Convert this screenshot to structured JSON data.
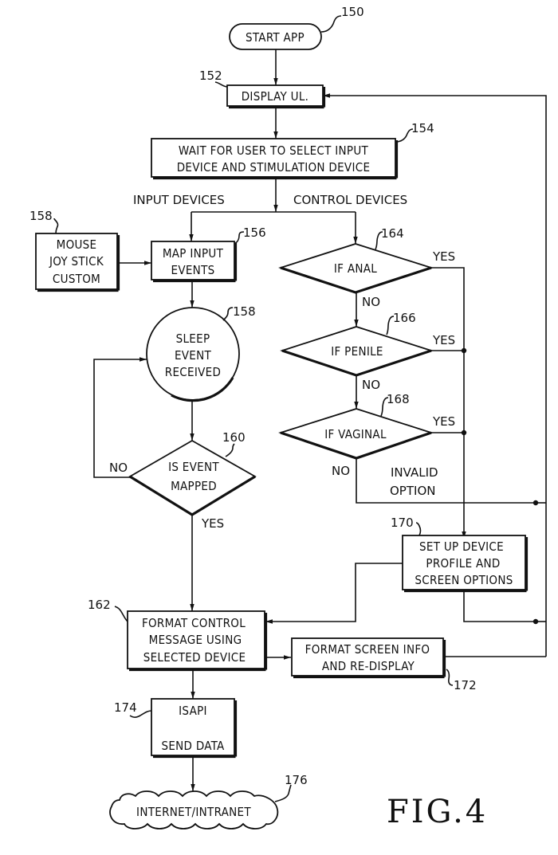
{
  "figure": {
    "title": "FIG.4",
    "type": "flowchart"
  },
  "nodes": {
    "start": {
      "ref": "150",
      "lines": [
        "START APP"
      ]
    },
    "display_ui": {
      "ref": "152",
      "lines": [
        "DISPLAY UL."
      ]
    },
    "wait_select": {
      "ref": "154",
      "lines": [
        "WAIT FOR USER TO SELECT INPUT",
        "DEVICE AND STIMULATION DEVICE"
      ]
    },
    "input_list": {
      "ref": "158",
      "lines": [
        "MOUSE",
        "JOY STICK",
        "CUSTOM"
      ]
    },
    "map_input": {
      "ref": "156",
      "lines": [
        "MAP INPUT",
        "EVENTS"
      ]
    },
    "sleep_event": {
      "ref": "158",
      "lines": [
        "SLEEP",
        "EVENT",
        "RECEIVED"
      ]
    },
    "is_mapped": {
      "ref": "160",
      "lines": [
        "IS EVENT",
        "MAPPED"
      ]
    },
    "if_anal": {
      "ref": "164",
      "lines": [
        "IF ANAL"
      ]
    },
    "if_penile": {
      "ref": "166",
      "lines": [
        "IF PENILE"
      ]
    },
    "if_vaginal": {
      "ref": "168",
      "lines": [
        "IF VAGINAL"
      ]
    },
    "setup_device": {
      "ref": "170",
      "lines": [
        "SET UP DEVICE",
        "PROFILE AND",
        "SCREEN OPTIONS"
      ]
    },
    "format_control": {
      "ref": "162",
      "lines": [
        "FORMAT CONTROL",
        "MESSAGE USING",
        "SELECTED DEVICE"
      ]
    },
    "format_screen": {
      "ref": "172",
      "lines": [
        "FORMAT SCREEN INFO",
        "AND RE-DISPLAY"
      ]
    },
    "isapi": {
      "ref": "174",
      "lines": [
        "ISAPI",
        "SEND DATA"
      ]
    },
    "internet": {
      "ref": "176",
      "lines": [
        "INTERNET/INTRANET"
      ]
    }
  },
  "edge_labels": {
    "input_devices": "INPUT DEVICES",
    "control_devices": "CONTROL DEVICES",
    "anal_yes": "YES",
    "anal_no": "NO",
    "penile_yes": "YES",
    "penile_no": "NO",
    "vaginal_yes": "YES",
    "vaginal_no": "NO",
    "invalid_option": [
      "INVALID",
      "OPTION"
    ],
    "mapped_no": "NO",
    "mapped_yes": "YES"
  }
}
